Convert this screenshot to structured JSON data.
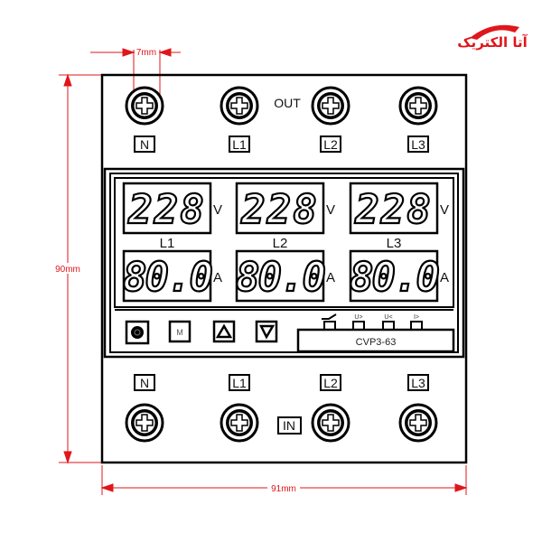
{
  "logo": {
    "text": "آتا الکتریک",
    "color": "#e0161b"
  },
  "dimensions": {
    "screw_width": "7mm",
    "height": "90mm",
    "width": "91mm",
    "color": "#e0161b"
  },
  "top_section": {
    "label": "OUT",
    "terminals": [
      "N",
      "L1",
      "L2",
      "L3"
    ]
  },
  "bottom_section": {
    "label": "IN",
    "terminals": [
      "N",
      "L1",
      "L2",
      "L3"
    ]
  },
  "display": {
    "phases": [
      {
        "name": "L1",
        "voltage": "228",
        "current": "80.0"
      },
      {
        "name": "L2",
        "voltage": "228",
        "current": "80.0"
      },
      {
        "name": "L3",
        "voltage": "228",
        "current": "80.0"
      }
    ],
    "voltage_unit": "V",
    "current_unit": "A"
  },
  "controls": {
    "buttons": [
      {
        "name": "power",
        "icon": "power-icon"
      },
      {
        "name": "mode",
        "label": "M"
      },
      {
        "name": "up",
        "icon": "triangle-up-icon"
      },
      {
        "name": "down",
        "icon": "triangle-down-icon"
      }
    ],
    "indicators": [
      "",
      "U>",
      "U<",
      "I>"
    ],
    "model": "CVP3-63"
  }
}
